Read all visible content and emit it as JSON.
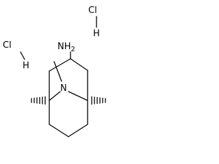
{
  "molecule": {
    "labels": {
      "amine": "NH2",
      "bridge_nitrogen": "N",
      "hcl_top": "Cl",
      "hcl_top_h": "H",
      "hcl_left": "Cl",
      "hcl_left_h": "H"
    },
    "hydrogen_count": "2",
    "colors": {
      "ink": "#000000",
      "background": "#ffffff"
    }
  }
}
